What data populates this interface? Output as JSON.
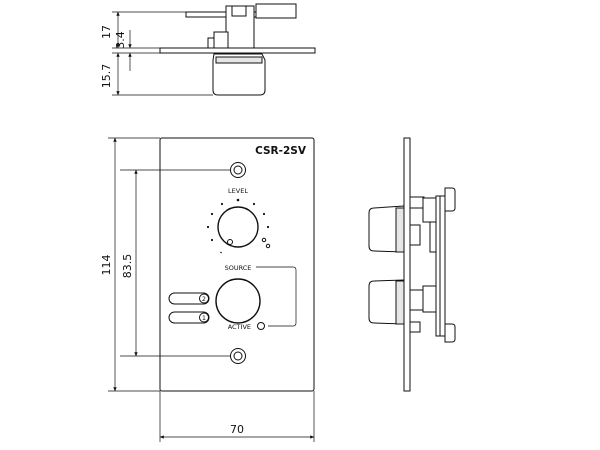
{
  "drawing": {
    "model": "CSR-2SV",
    "labels": {
      "level": "LEVEL",
      "source": "SOURCE",
      "active": "ACTIVE",
      "selector_1": "1",
      "selector_2": "2"
    },
    "dimensions": {
      "side_height_total": "17",
      "side_height_plate": "3.4",
      "side_knob_depth": "15.7",
      "panel_height": "114",
      "mount_pitch": "83.5",
      "panel_width": "70"
    }
  }
}
